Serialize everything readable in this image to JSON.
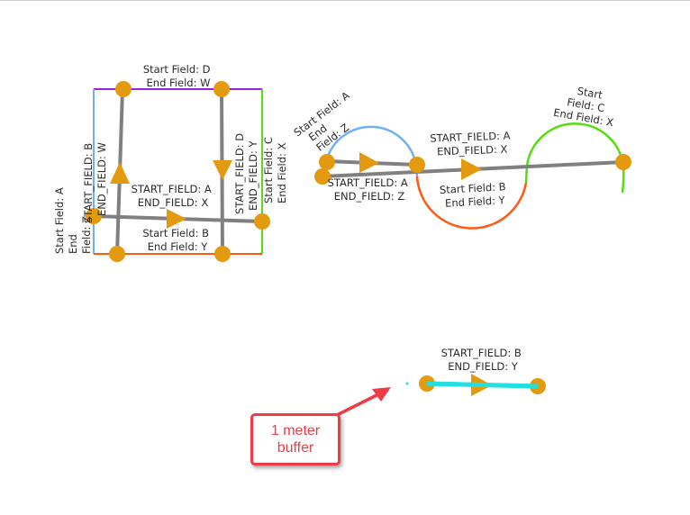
{
  "colors": {
    "vertex": "#e39a0e",
    "line": "#808080",
    "blue": "#6fb0f0",
    "purple": "#a020d8",
    "green": "#55dd11",
    "orange": "#ff5a14",
    "cyan": "#22e0e0",
    "callout": "#ee3b45"
  },
  "square": {
    "top_label": [
      "Start Field: D",
      "End Field: W"
    ],
    "bottom_label": [
      "Start Field: B",
      "End Field: Y"
    ],
    "left_label": [
      "Start Field: A",
      "End",
      "Field: Z"
    ],
    "right_label": [
      "Start Field: C",
      "End Field: X"
    ],
    "vertical1_label": [
      "START_FIELD: B",
      "END_FIELD: W"
    ],
    "vertical2_label": [
      "START_FIELD: D",
      "END_FIELD: Y"
    ],
    "horizontal_label": [
      "START_FIELD: A",
      "END_FIELD: X"
    ]
  },
  "arcs": {
    "blue_arc_label": [
      "Start Field: A",
      "End",
      "Field: Z"
    ],
    "short_line_label": [
      "START_FIELD: A",
      "END_FIELD: Z"
    ],
    "long_line_label": [
      "START_FIELD: A",
      "END_FIELD: X"
    ],
    "orange_arc_label": [
      "Start Field: B",
      "End Field: Y"
    ],
    "green_arc_label": [
      "Start",
      "Field: C",
      "End Field: X"
    ]
  },
  "buffer_example": {
    "line_label": [
      "START_FIELD: B",
      "END_FIELD: Y"
    ]
  },
  "callout": {
    "line1": "1 meter",
    "line2": "buffer"
  }
}
